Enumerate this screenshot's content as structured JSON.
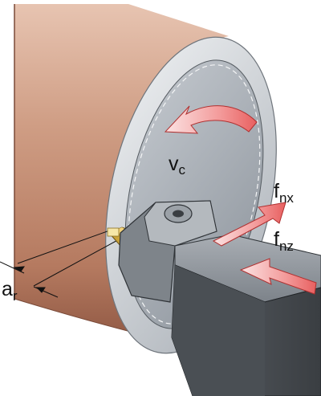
{
  "labels": {
    "vc": {
      "main": "v",
      "sub": "c"
    },
    "fnx": {
      "main": "f",
      "sub": "nx"
    },
    "fnz": {
      "main": "f",
      "sub": "nz"
    },
    "ar": {
      "main": "a",
      "sub": "r"
    }
  },
  "colors": {
    "workpiece": "#c9937a",
    "workpiece_shadow": "#8f5b46",
    "face_ring": "#d7dbe0",
    "face_inner": "#b2b8bf",
    "tool_holder": "#6f747a",
    "tool_holder_dark": "#3e4246",
    "insert_gold": "#c8a23a",
    "arrow_fill": "#f07070",
    "arrow_edge": "#b03030"
  },
  "icons": {
    "screw": "torx-screw-icon",
    "rotation": "curved-arrow-icon",
    "feed": "straight-arrow-icon"
  }
}
